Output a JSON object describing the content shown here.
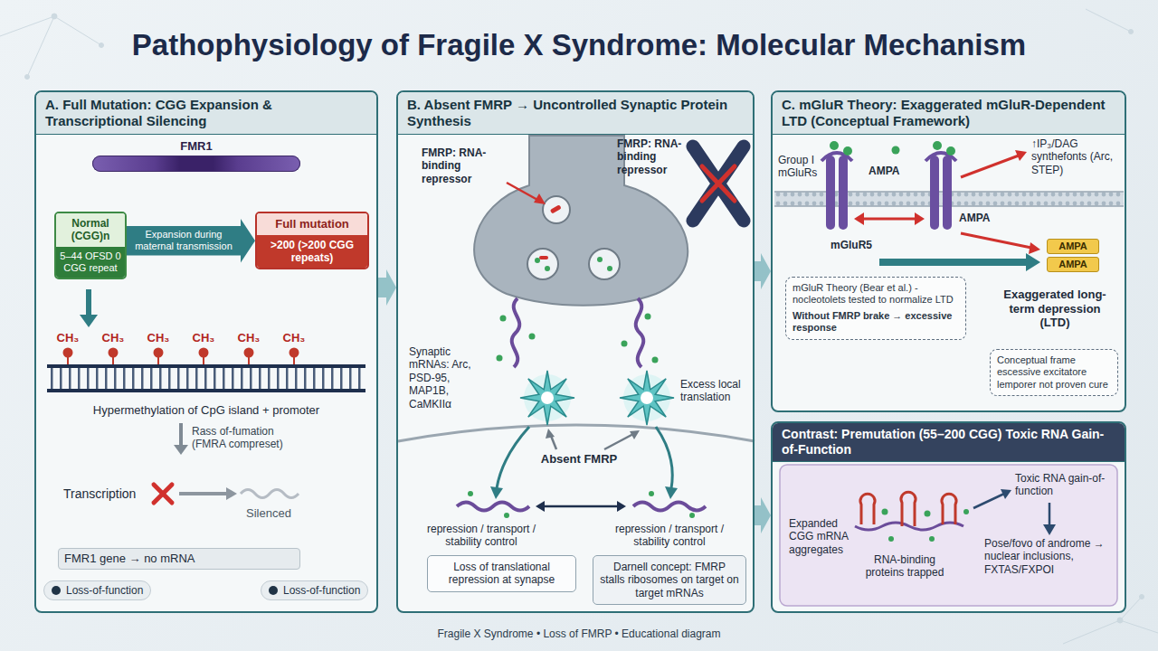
{
  "diagram": {
    "title": "Pathophysiology of Fragile X Syndrome: Molecular Mechanism",
    "caption": "Fragile X Syndrome • Loss of FMRP • Educational diagram",
    "nodes": [
      {
        "text": [
          "A. Full Mutation: CGG Expansion & Transcriptional Silencing"
        ]
      },
      {
        "text": [
          "FMR1"
        ],
        "in": 0
      },
      {
        "text": [
          "Normal (CGG)n",
          "5–44 OFSD 0 CGG repeat"
        ],
        "in": 0
      },
      {
        "text": [
          "Full mutation",
          ">200 (>200 CGG repeats)"
        ],
        "in": 0
      },
      {
        "text": [
          "FMR1 gene → no mRNA"
        ],
        "in": 0
      },
      {
        "text": [
          "B. Absent FMRP → Uncontrolled Synaptic Protein Synthesis"
        ]
      },
      {
        "text": [
          "Loss of translational repression at synapse"
        ],
        "in": 5
      },
      {
        "text": [
          "Darnell concept: FMRP stalls ribosomes on target on target mRNAs"
        ],
        "in": 5
      },
      {
        "text": [
          "C. mGluR Theory: Exaggerated mGluR-Dependent LTD (Conceptual Framework)"
        ]
      },
      {
        "text": [
          "AMPA",
          "AMPA"
        ],
        "in": 8
      },
      {
        "text": [
          "mGluR Theory (Bear et al.) - nocleotolets tested to normalize LTD",
          "Without FMRP brake → excessive response"
        ],
        "in": 8
      },
      {
        "text": [
          "Conceptual frame escessive excitatore lemporer not proven cure"
        ],
        "in": 8
      },
      {
        "text": [
          "Contrast: Premutation (55–200 CGG) Toxic RNA Gain-of-Function"
        ]
      }
    ],
    "edges": [
      {
        "from": 2,
        "to": 3,
        "arrow": "to",
        "label": "Expansion during maternal transmission"
      },
      {
        "from": 0,
        "to": 5,
        "arrow": "to"
      },
      {
        "from": 5,
        "to": 8,
        "arrow": "to"
      },
      {
        "from": 5,
        "to": 12,
        "arrow": "to"
      }
    ],
    "labels": [
      "CH₃",
      "CH₃",
      "CH₃",
      "CH₃",
      "CH₃",
      "CH₃",
      "Hypermethylation of CpG island + promoter",
      "Rass of-fumation (FMRA compreset)",
      "Transcription",
      "Silenced",
      "FMRP: RNA-binding repressor",
      "FMRP: RNA-binding repressor",
      "Synaptic mRNAs: Arc, PSD-95, MAP1B, CaMKIIα",
      "Excess local translation",
      "Absent FMRP",
      "repression / transport / stability control",
      "repression / transport / stability control",
      "Group I mGluRs",
      "AMPA",
      "AMPA",
      "↑IP₃/DAG synthefonts (Arc, STEP)",
      "mGluR5",
      "Exaggerated long-term depression (LTD)",
      "Expanded CGG mRNA aggregates",
      "RNA-binding proteins trapped",
      "Toxic RNA gain-of-function",
      "Pose/fovo of androme → nuclear inclusions, FXTAS/FXPOI"
    ],
    "legend": [
      {
        "text": "Loss-of-function",
        "color": "#1f3346"
      },
      {
        "text": "Loss-of-function",
        "color": "#1f3346"
      }
    ]
  }
}
